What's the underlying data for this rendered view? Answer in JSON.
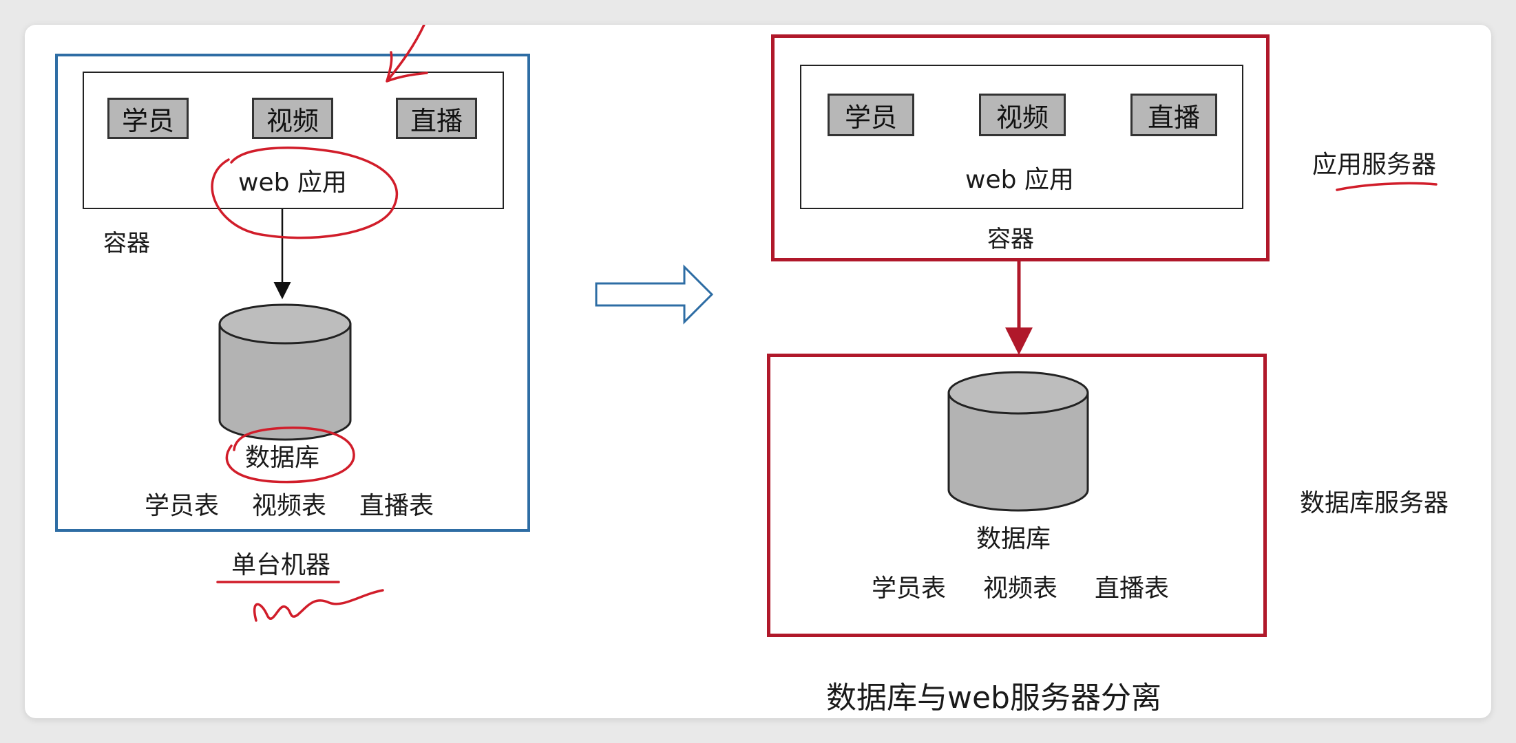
{
  "left": {
    "modules": [
      "学员",
      "视频",
      "直播"
    ],
    "web_app_label": "web 应用",
    "container_label": "容器",
    "database_label": "数据库",
    "tables": [
      "学员表",
      "视频表",
      "直播表"
    ],
    "caption": "单台机器"
  },
  "right": {
    "modules": [
      "学员",
      "视频",
      "直播"
    ],
    "web_app_label": "web 应用",
    "container_label": "容器",
    "app_server_label": "应用服务器",
    "database_label": "数据库",
    "tables": [
      "学员表",
      "视频表",
      "直播表"
    ],
    "db_server_label": "数据库服务器",
    "caption": "数据库与web服务器分离"
  },
  "colors": {
    "left_frame": "#2e6da4",
    "right_frame": "#b0182a",
    "annotation": "#d11d2a",
    "cylinder": "#b3b3b3"
  }
}
